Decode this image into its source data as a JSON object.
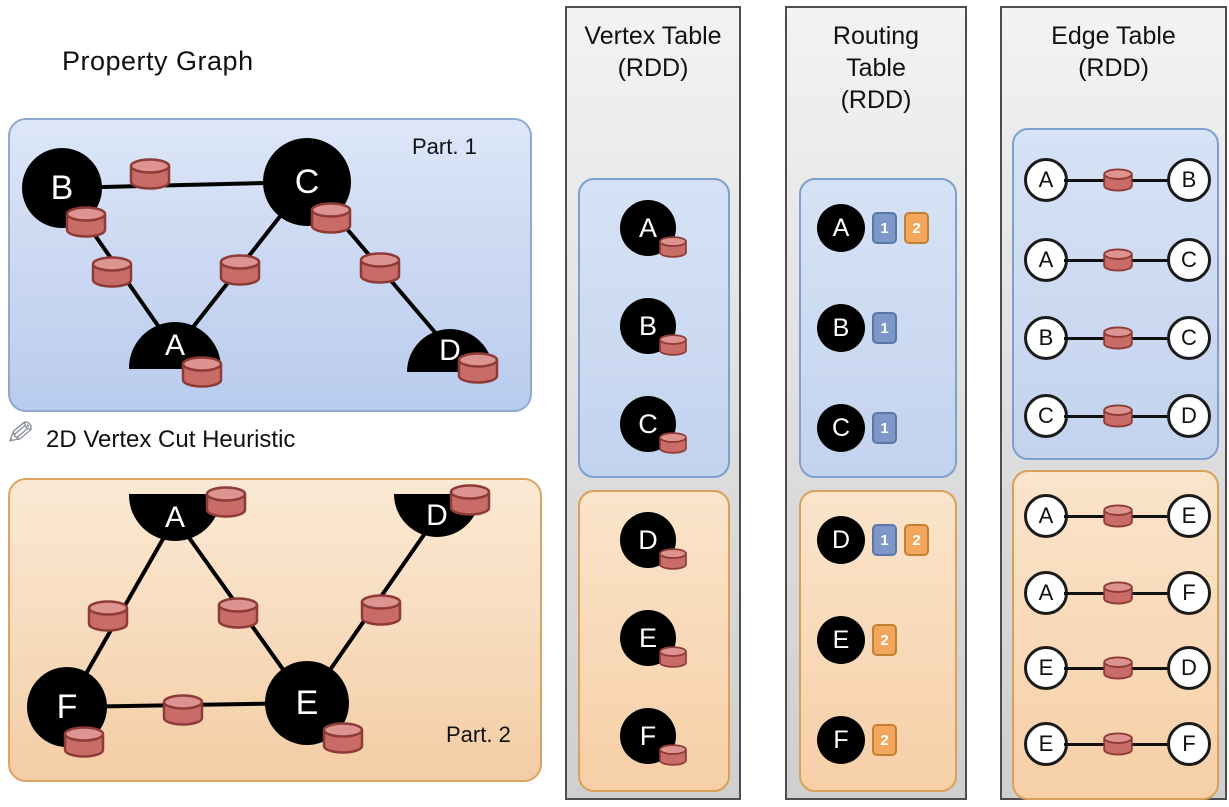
{
  "property_graph": {
    "title": "Property Graph",
    "cut_label": "2D Vertex Cut Heuristic",
    "part1": {
      "label": "Part. 1",
      "vertices": {
        "b": "B",
        "c": "C",
        "a": "A",
        "d": "D"
      }
    },
    "part2": {
      "label": "Part. 2",
      "vertices": {
        "a": "A",
        "d": "D",
        "f": "F",
        "e": "E"
      }
    }
  },
  "vertex_table": {
    "title": "Vertex Table",
    "subtitle": "(RDD)",
    "part1": [
      "A",
      "B",
      "C"
    ],
    "part2": [
      "D",
      "E",
      "F"
    ]
  },
  "routing_table": {
    "title_line1": "Routing",
    "title_line2": "Table",
    "title_line3": "(RDD)",
    "part1": [
      {
        "vertex": "A",
        "parts": [
          "1",
          "2"
        ]
      },
      {
        "vertex": "B",
        "parts": [
          "1"
        ]
      },
      {
        "vertex": "C",
        "parts": [
          "1"
        ]
      }
    ],
    "part2": [
      {
        "vertex": "D",
        "parts": [
          "1",
          "2"
        ]
      },
      {
        "vertex": "E",
        "parts": [
          "2"
        ]
      },
      {
        "vertex": "F",
        "parts": [
          "2"
        ]
      }
    ]
  },
  "edge_table": {
    "title": "Edge Table",
    "subtitle": "(RDD)",
    "part1": [
      {
        "src": "A",
        "dst": "B"
      },
      {
        "src": "A",
        "dst": "C"
      },
      {
        "src": "B",
        "dst": "C"
      },
      {
        "src": "C",
        "dst": "D"
      }
    ],
    "part2": [
      {
        "src": "A",
        "dst": "E"
      },
      {
        "src": "A",
        "dst": "F"
      },
      {
        "src": "E",
        "dst": "D"
      },
      {
        "src": "E",
        "dst": "F"
      }
    ]
  },
  "colors": {
    "partition1": "#c3d3ee",
    "partition2": "#f6cfa6",
    "cylinder": "#c96c67",
    "routing_blue": "#7d97c9",
    "routing_orange": "#f3a75c"
  }
}
